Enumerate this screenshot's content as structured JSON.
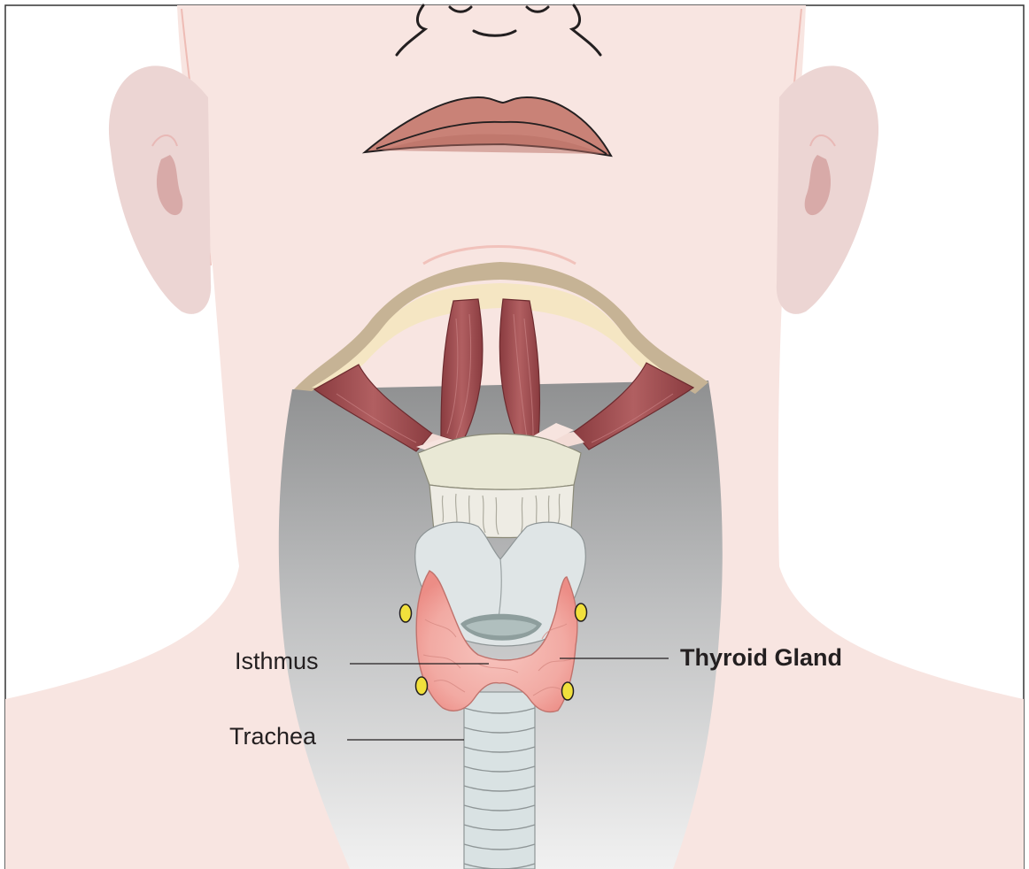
{
  "labels": {
    "isthmus": "Isthmus",
    "thyroid_gland": "Thyroid Gland",
    "trachea": "Trachea"
  },
  "colors": {
    "skin": "#f8e5e1",
    "skin_line": "#eebcb5",
    "ear": "#ecd5d3",
    "lip": "#c98277",
    "hyoid": "#f5e6c3",
    "hyoid_shadow": "#c6b395",
    "muscle": "#9b4a4e",
    "cartilage": "#e9e8d5",
    "thyroid_cartilage": "#dfe5e6",
    "thyroid_gland": "#f4b3ad",
    "parathyroid": "#f1e03c",
    "trachea": "#d9e2e3",
    "label_text": "#231f20"
  },
  "icons": {
    "parathyroid": "yellow-oval"
  }
}
